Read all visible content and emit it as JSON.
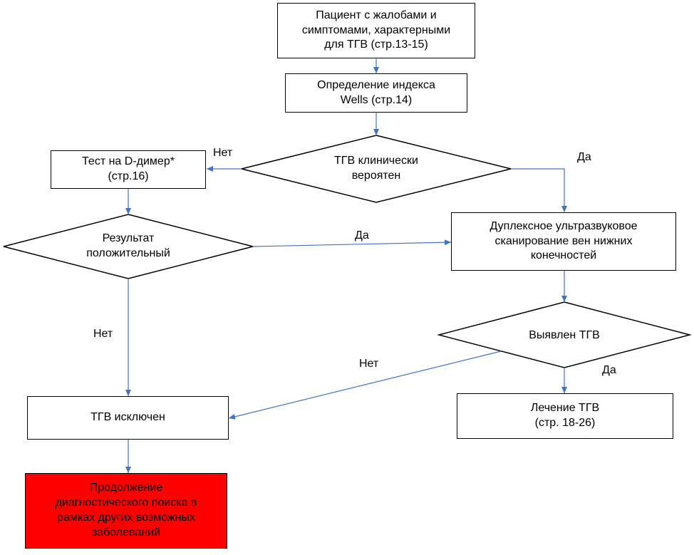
{
  "nodes": {
    "patient": "Пациент с жалобами и\nсимптомами, характерными\nдля ТГВ (стр.13-15)",
    "wells": "Определение индекса\nWells (стр.14)",
    "tgv_likely": "ТГВ клинически\nвероятен",
    "ddimer": "Тест на D-димер*\n(стр.16)",
    "result_positive": "Результат\nположительный",
    "duplex": "Дуплексное ультразвуковое\nсканирование вен нижних\nконечностей",
    "tgv_detected": "Выявлен ТГВ",
    "tgv_excluded": "ТГВ исключен",
    "treatment": "Лечение ТГВ\n(стр. 18-26)",
    "continue_search": "Продолжение\nдиагностического поиска в\nрамках других возможных\nзаболеваний"
  },
  "edges": {
    "likely_no": "Нет",
    "likely_yes": "Да",
    "positive_yes": "Да",
    "positive_no": "Нет",
    "detected_no": "Нет",
    "detected_yes": "Да"
  },
  "colors": {
    "arrow": "#4472c4",
    "highlight_box": "#ff0000"
  }
}
